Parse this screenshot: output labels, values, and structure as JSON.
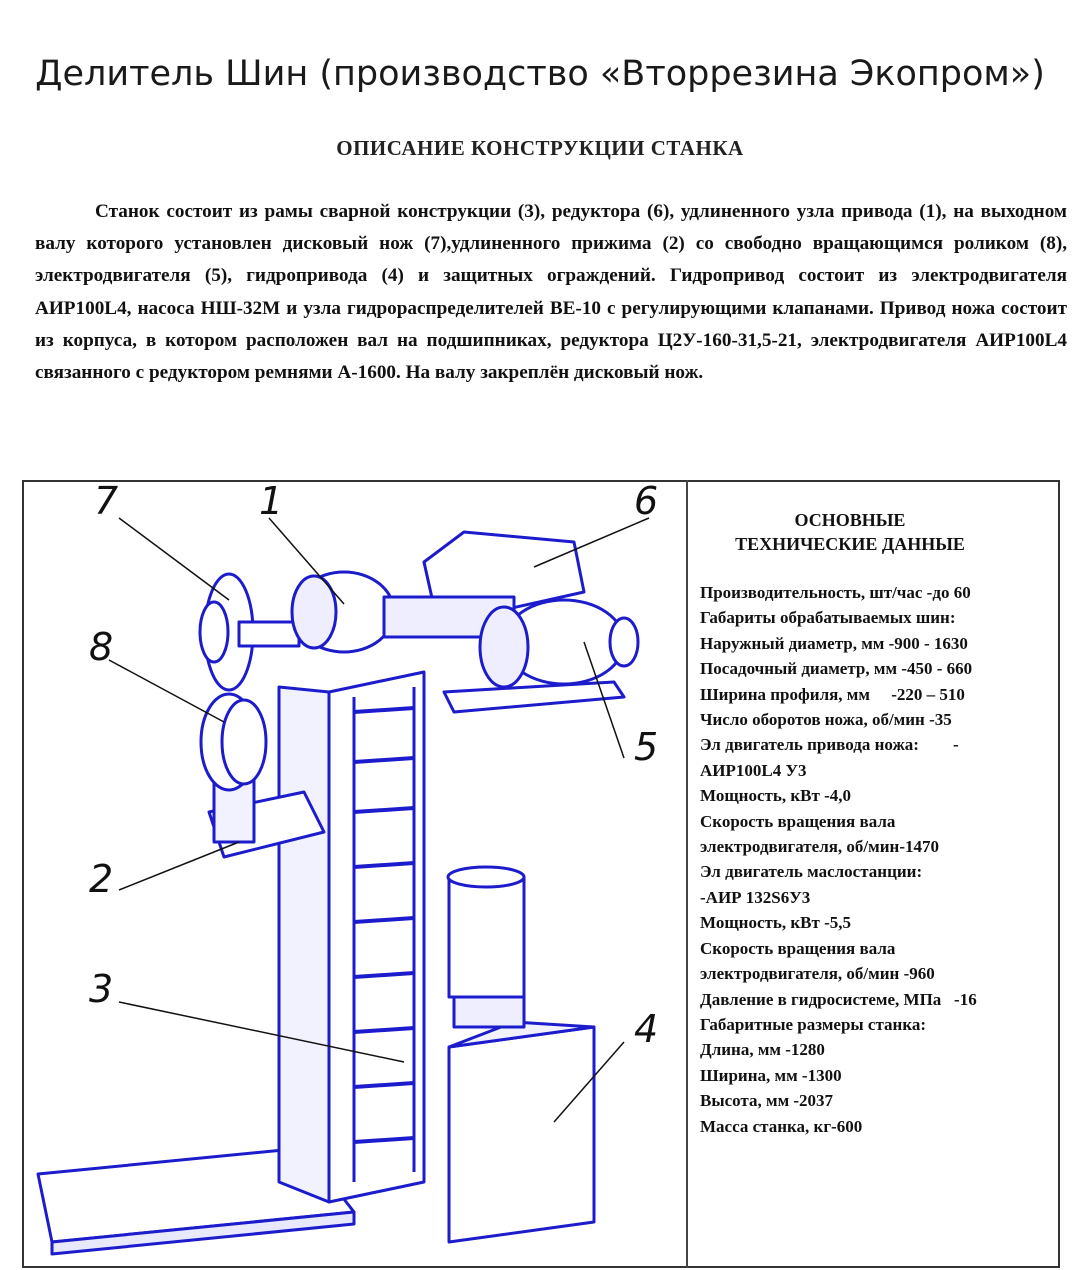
{
  "header": {
    "title": "Делитель Шин (производство «Вторрезина Экопром»)",
    "subtitle": "ОПИСАНИЕ КОНСТРУКЦИИ СТАНКА"
  },
  "description": "Станок состоит из рамы сварной конструкции (3), редуктора (6), удлиненного узла привода (1), на выходном валу которого установлен дисковый нож (7),удлиненного прижима (2) со свободно вращающимся роликом (8), электродвигателя (5), гидропривода (4) и защитных ограждений. Гидропривод состоит из электродвигателя АИР100L4, насоса НШ-32М и узла гидрораспределителей ВЕ-10 с регулирующими клапанами. Привод ножа состоит из корпуса, в котором расположен вал на подшипниках, редуктора Ц2У-160-31,5-21, электродвигателя АИР100L4 связанного с редуктором ремнями А-1600. На валу закреплён дисковый нож.",
  "drawing": {
    "callouts": [
      "7",
      "1",
      "6",
      "8",
      "5",
      "2",
      "3",
      "4"
    ]
  },
  "specs": {
    "heading_line1": "ОСНОВНЫЕ",
    "heading_line2": "ТЕХНИЧЕСКИЕ ДАННЫЕ",
    "lines": [
      "Производительность, шт/час -до 60",
      "Габариты обрабатываемых шин:",
      "Наружный диаметр, мм  -900 - 1630",
      "Посадочный диаметр, мм -450 - 660",
      "Ширина профиля, мм     -220 – 510",
      "Число оборотов ножа, об/мин -35",
      "Эл двигатель привода ножа:        -",
      "АИР100L4 У3",
      "Мощность, кВт  -4,0",
      "Скорость вращения вала",
      "электродвигателя, об/мин-1470",
      "Эл двигатель маслостанции:",
      "-АИР 132S6У3",
      "Мощность, кВт  -5,5",
      "Скорость вращения вала",
      "электродвигателя, об/мин -960",
      "Давление в гидросистеме, МПа   -16",
      "Габаритные размеры станка:",
      "Длина, мм -1280",
      "Ширина, мм -1300",
      "Высота, мм -2037",
      "Масса станка, кг-600"
    ]
  }
}
